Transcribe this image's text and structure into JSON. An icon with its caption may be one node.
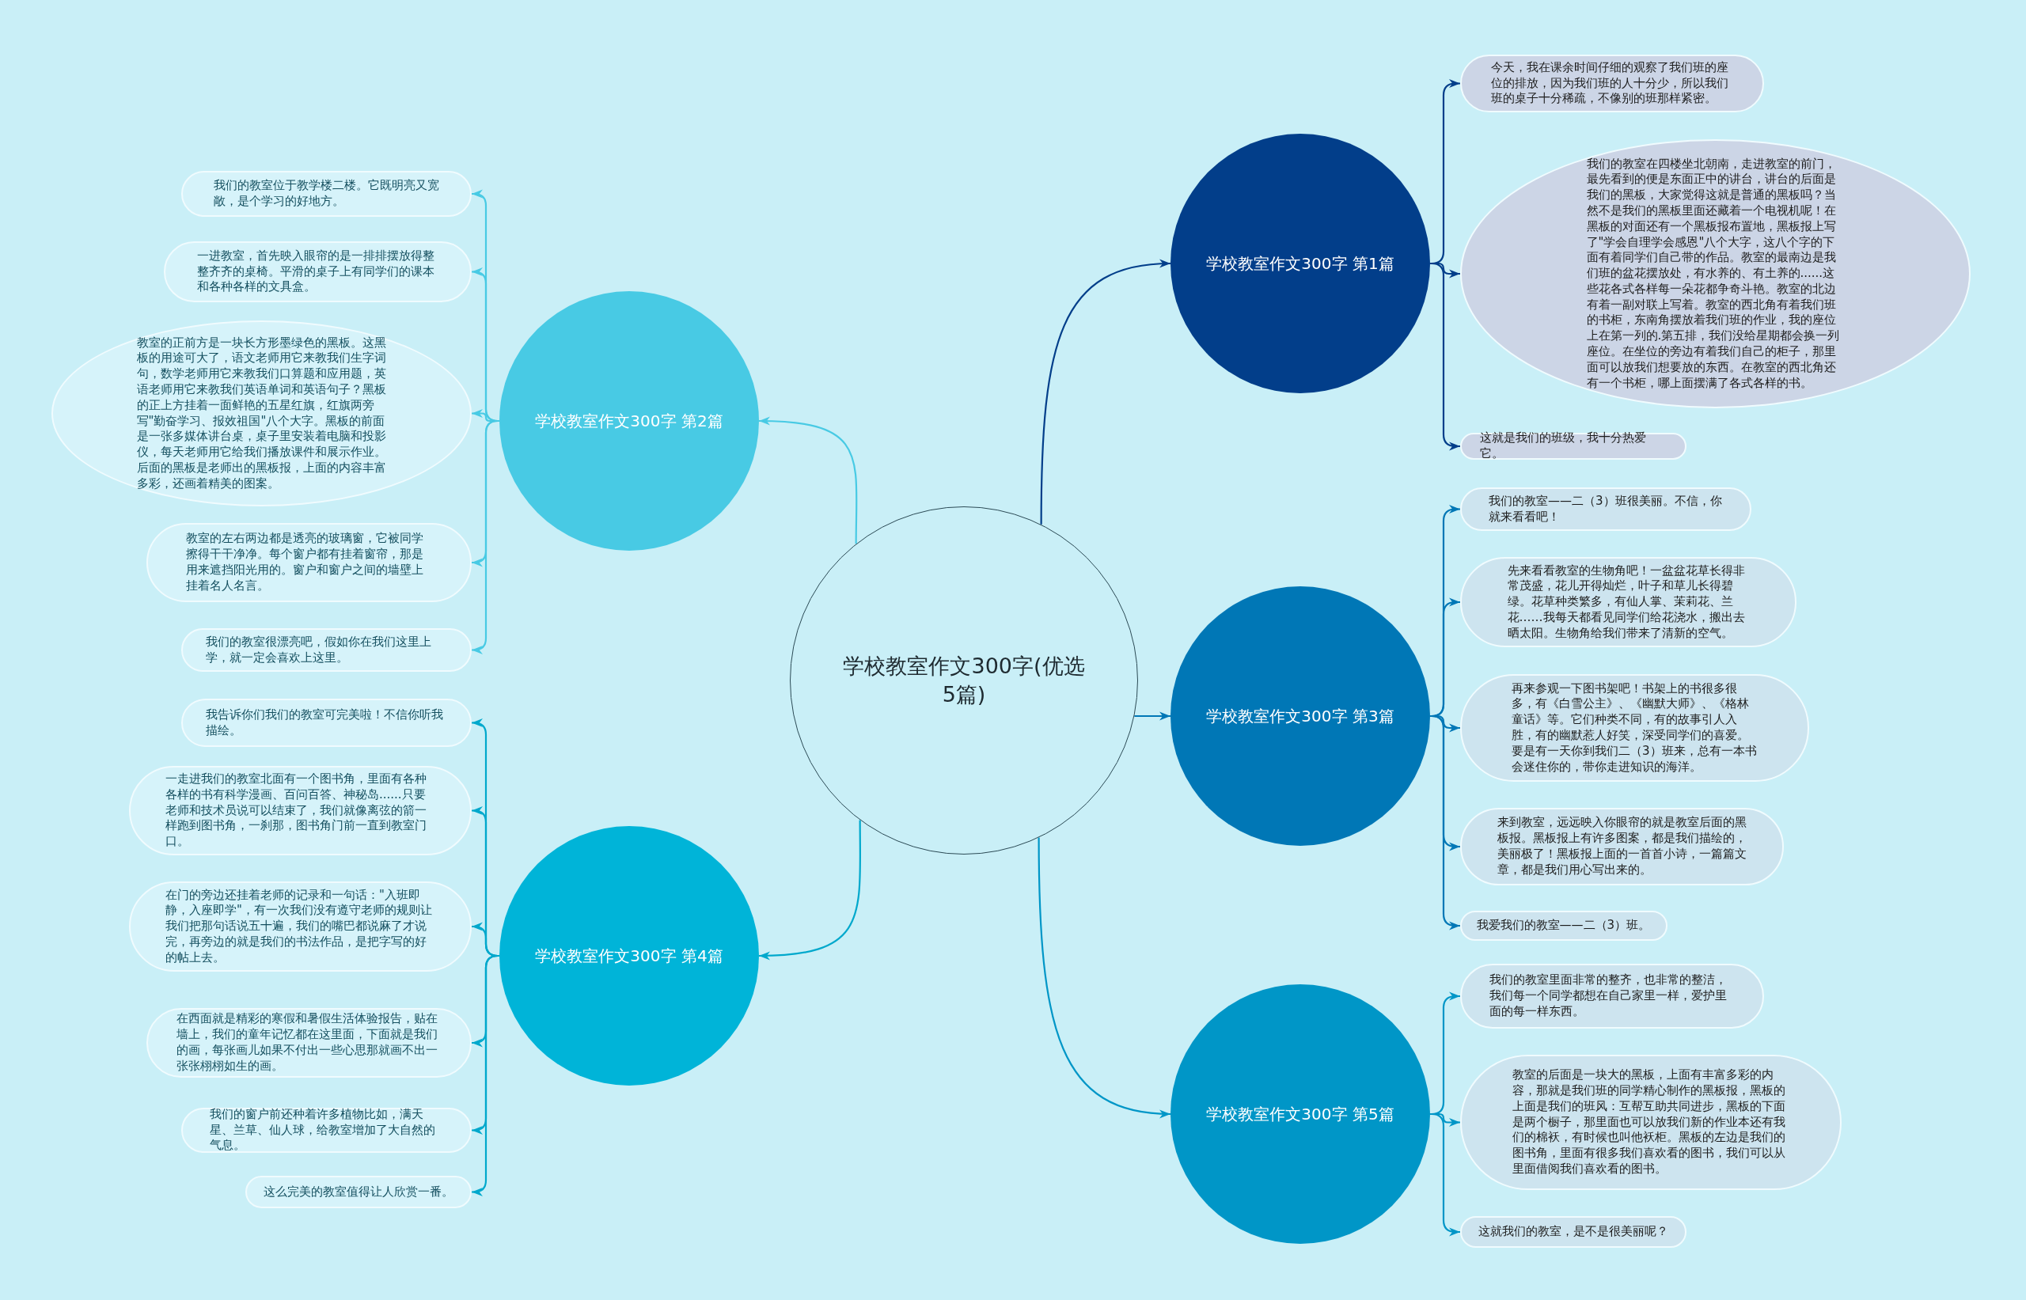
{
  "diagram": {
    "nodes": [
      {
        "text": [
          "学校教室作文300字(优选5篇)"
        ]
      },
      {
        "text": [
          "学校教室作文300字 第1篇"
        ]
      },
      {
        "text": [
          "今天，我在课余时间仔细的观察了我们班的座位的排放，因为我们班的人十分少，所以我们班的桌子十分稀疏，不像别的班那样紧密。"
        ]
      },
      {
        "text": [
          "我们的教室在四楼坐北朝南，走进教室的前门，最先看到的便是东面正中的讲台，讲台的后面是我们的黑板，大家觉得这就是普通的黑板吗？当然不是我们的黑板里面还藏着一个电视机呢！在黑板的对面还有一个黑板报布置地，黑板报上写了\"学会自理学会感恩\"八个大字，这八个字的下面有着同学们自己带的作品。教室的最南边是我们班的盆花摆放处，有水养的、有土养的......这些花各式各样每一朵花都争奇斗艳。教室的北边有着一副对联上写着。教室的西北角有着我们班的书柜，东南角摆放着我们班的作业，我的座位上在第一列的.第五排，我们没给星期都会换一列座位。在坐位的旁边有着我们自己的柜子，那里面可以放我们想要放的东西。在教室的西北角还有一个书柜，哪上面摆满了各式各样的书。"
        ]
      },
      {
        "text": [
          "这就是我们的班级，我十分热爱它。"
        ]
      },
      {
        "text": [
          "学校教室作文300字 第2篇"
        ]
      },
      {
        "text": [
          "我们的教室位于教学楼二楼。它既明亮又宽敞，是个学习的好地方。"
        ]
      },
      {
        "text": [
          "一进教室，首先映入眼帘的是一排排摆放得整整齐齐的桌椅。平滑的桌子上有同学们的课本和各种各样的文具盒。"
        ]
      },
      {
        "text": [
          "教室的正前方是一块长方形墨绿色的黑板。这黑板的用途可大了，语文老师用它来教我们生字词句，数学老师用它来教我们口算题和应用题，英语老师用它来教我们英语单词和英语句子？黑板的正上方挂着一面鲜艳的五星红旗，红旗两旁写\"勤奋学习、报效祖国\"八个大字。黑板的前面是一张多媒体讲台桌，桌子里安装着电脑和投影仪，每天老师用它给我们播放课件和展示作业。后面的黑板是老师出的黑板报，上面的内容丰富多彩，还画着精美的图案。"
        ]
      },
      {
        "text": [
          "教室的左右两边都是透亮的玻璃窗，它被同学擦得干干净净。每个窗户都有挂着窗帘，那是用来遮挡阳光用的。窗户和窗户之间的墙壁上挂着名人名言。"
        ]
      },
      {
        "text": [
          "我们的教室很漂亮吧，假如你在我们这里上学，就一定会喜欢上这里。"
        ]
      },
      {
        "text": [
          "学校教室作文300字 第3篇"
        ]
      },
      {
        "text": [
          "我们的教室——二（3）班很美丽。不信，你就来看看吧！"
        ]
      },
      {
        "text": [
          "先来看看教室的生物角吧！一盆盆花草长得非常茂盛，花儿开得灿烂，叶子和草儿长得碧绿。花草种类繁多，有仙人掌、茉莉花、兰花……我每天都看见同学们给花浇水，搬出去晒太阳。生物角给我们带来了清新的空气。"
        ]
      },
      {
        "text": [
          "再来参观一下图书架吧！书架上的书很多很多，有《白雪公主》、《幽默大师》、《格林童话》等。它们种类不同，有的故事引人入胜，有的幽默惹人好笑，深受同学们的喜爱。要是有一天你到我们二（3）班来，总有一本书会迷住你的，带你走进知识的海洋。"
        ]
      },
      {
        "text": [
          "来到教室，远远映入你眼帘的就是教室后面的黑板报。黑板报上有许多图案，都是我们描绘的，美丽极了！黑板报上面的一首首小诗，一篇篇文章，都是我们用心写出来的。"
        ]
      },
      {
        "text": [
          "我爱我们的教室——二（3）班。"
        ]
      },
      {
        "text": [
          "学校教室作文300字 第4篇"
        ]
      },
      {
        "text": [
          "我告诉你们我们的教室可完美啦！不信你听我描绘。"
        ]
      },
      {
        "text": [
          "一走进我们的教室北面有一个图书角，里面有各种各样的书有科学漫画、百问百答、神秘岛......只要老师和技术员说可以结束了，我们就像离弦的箭一样跑到图书角，一刹那，图书角门前一直到教室门口。"
        ]
      },
      {
        "text": [
          "在门的旁边还挂着老师的记录和一句话：\"入班即静，入座即学\"，有一次我们没有遵守老师的规则让我们把那句话说五十遍，我们的嘴巴都说麻了才说完，再旁边的就是我们的书法作品，是把字写的好的帖上去。"
        ]
      },
      {
        "text": [
          "在西面就是精彩的寒假和暑假生活体验报告，贴在墙上，我们的童年记忆都在这里面，下面就是我们的画，每张画儿如果不付出一些心思那就画不出一张张栩栩如生的画。"
        ]
      },
      {
        "text": [
          "我们的窗户前还种着许多植物比如，满天星、兰草、仙人球，给教室增加了大自然的气息。"
        ]
      },
      {
        "text": [
          "这么完美的教室值得让人欣赏一番。"
        ]
      },
      {
        "text": [
          "学校教室作文300字 第5篇"
        ]
      },
      {
        "text": [
          "我们的教室里面非常的整齐，也非常的整洁，我们每一个同学都想在自己家里一样，爱护里面的每一样东西。"
        ]
      },
      {
        "text": [
          "教室的后面是一块大的黑板，上面有丰富多彩的内容，那就是我们班的同学精心制作的黑板报，黑板的上面是我们的班风：互帮互助共同进步，黑板的下面是两个橱子，那里面也可以放我们新的作业本还有我们的棉袄，有时候也叫他袄柜。黑板的左边是我们的图书角，里面有很多我们喜欢看的图书，我们可以从里面借阅我们喜欢看的图书。"
        ]
      },
      {
        "text": [
          "这就我们的教室，是不是很美丽呢？"
        ]
      }
    ],
    "edges": [
      {
        "from": 0,
        "to": 1,
        "arrow": "to",
        "color": "#023e8a"
      },
      {
        "from": 1,
        "to": 2,
        "arrow": "to",
        "color": "#023e8a"
      },
      {
        "from": 1,
        "to": 3,
        "arrow": "to",
        "color": "#023e8a"
      },
      {
        "from": 1,
        "to": 4,
        "arrow": "to",
        "color": "#023e8a"
      },
      {
        "from": 0,
        "to": 5,
        "arrow": "to",
        "color": "#48cae4"
      },
      {
        "from": 5,
        "to": 6,
        "arrow": "to",
        "color": "#48cae4"
      },
      {
        "from": 5,
        "to": 7,
        "arrow": "to",
        "color": "#48cae4"
      },
      {
        "from": 5,
        "to": 8,
        "arrow": "to",
        "color": "#48cae4"
      },
      {
        "from": 5,
        "to": 9,
        "arrow": "to",
        "color": "#48cae4"
      },
      {
        "from": 5,
        "to": 10,
        "arrow": "to",
        "color": "#48cae4"
      },
      {
        "from": 0,
        "to": 11,
        "arrow": "to",
        "color": "#0077b6"
      },
      {
        "from": 11,
        "to": 12,
        "arrow": "to",
        "color": "#0077b6"
      },
      {
        "from": 11,
        "to": 13,
        "arrow": "to",
        "color": "#0077b6"
      },
      {
        "from": 11,
        "to": 14,
        "arrow": "to",
        "color": "#0077b6"
      },
      {
        "from": 11,
        "to": 15,
        "arrow": "to",
        "color": "#0077b6"
      },
      {
        "from": 11,
        "to": 16,
        "arrow": "to",
        "color": "#0077b6"
      },
      {
        "from": 0,
        "to": 17,
        "arrow": "to",
        "color": "#00a8cc"
      },
      {
        "from": 17,
        "to": 18,
        "arrow": "to",
        "color": "#00a8cc"
      },
      {
        "from": 17,
        "to": 19,
        "arrow": "to",
        "color": "#00a8cc"
      },
      {
        "from": 17,
        "to": 20,
        "arrow": "to",
        "color": "#00a8cc"
      },
      {
        "from": 17,
        "to": 21,
        "arrow": "to",
        "color": "#00a8cc"
      },
      {
        "from": 17,
        "to": 22,
        "arrow": "to",
        "color": "#00a8cc"
      },
      {
        "from": 17,
        "to": 23,
        "arrow": "to",
        "color": "#00a8cc"
      },
      {
        "from": 0,
        "to": 24,
        "arrow": "to",
        "color": "#0096c7"
      },
      {
        "from": 24,
        "to": 25,
        "arrow": "to",
        "color": "#0096c7"
      },
      {
        "from": 24,
        "to": 26,
        "arrow": "to",
        "color": "#0096c7"
      },
      {
        "from": 24,
        "to": 27,
        "arrow": "to",
        "color": "#0096c7"
      }
    ]
  }
}
